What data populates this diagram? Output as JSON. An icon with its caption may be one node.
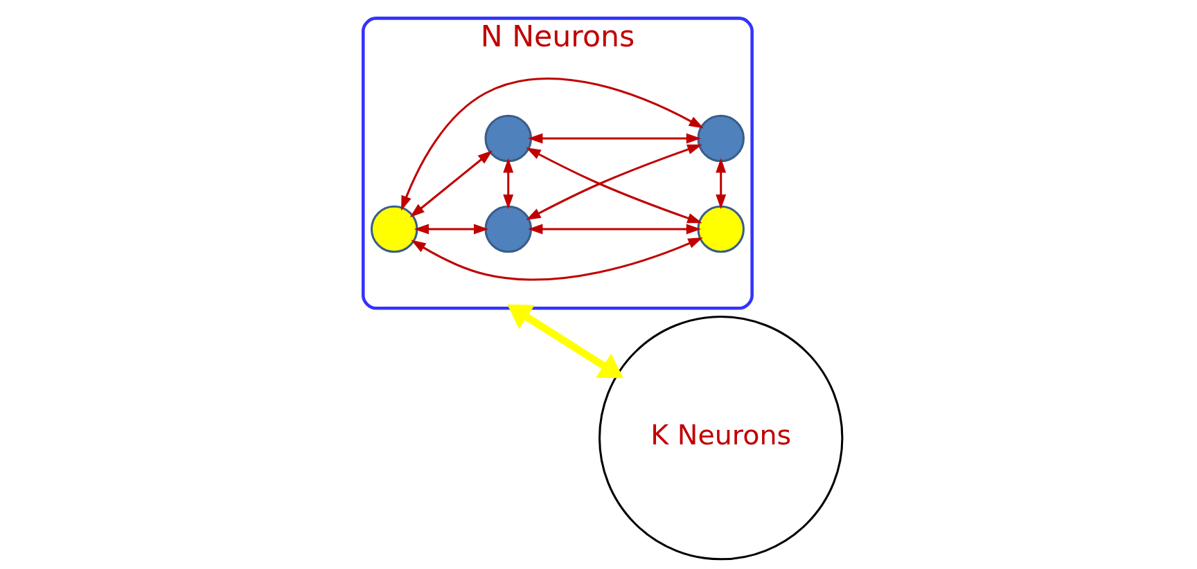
{
  "diagram": {
    "nodes": [
      {
        "text": [
          "N Neurons"
        ]
      },
      {
        "text": [],
        "shape": "circle",
        "in": 0
      },
      {
        "text": [],
        "shape": "circle",
        "in": 0
      },
      {
        "text": [],
        "shape": "circle",
        "in": 0
      },
      {
        "text": [],
        "shape": "circle",
        "in": 0
      },
      {
        "text": [],
        "shape": "circle",
        "in": 0
      },
      {
        "text": [
          "K Neurons"
        ]
      }
    ],
    "edges": [
      {
        "from": 1,
        "to": 2,
        "arrow": "both"
      },
      {
        "from": 1,
        "to": 3,
        "arrow": "both"
      },
      {
        "from": 1,
        "to": 4,
        "arrow": "both"
      },
      {
        "from": 1,
        "to": 5,
        "arrow": "both"
      },
      {
        "from": 2,
        "to": 3,
        "arrow": "both"
      },
      {
        "from": 2,
        "to": 4,
        "arrow": "both"
      },
      {
        "from": 2,
        "to": 5,
        "arrow": "both"
      },
      {
        "from": 3,
        "to": 4,
        "arrow": "both"
      },
      {
        "from": 3,
        "to": 5,
        "arrow": "both"
      },
      {
        "from": 4,
        "to": 5,
        "arrow": "both"
      },
      {
        "from": 0,
        "to": 6,
        "arrow": "both",
        "style": "thick",
        "color": "#ffff00"
      }
    ]
  }
}
